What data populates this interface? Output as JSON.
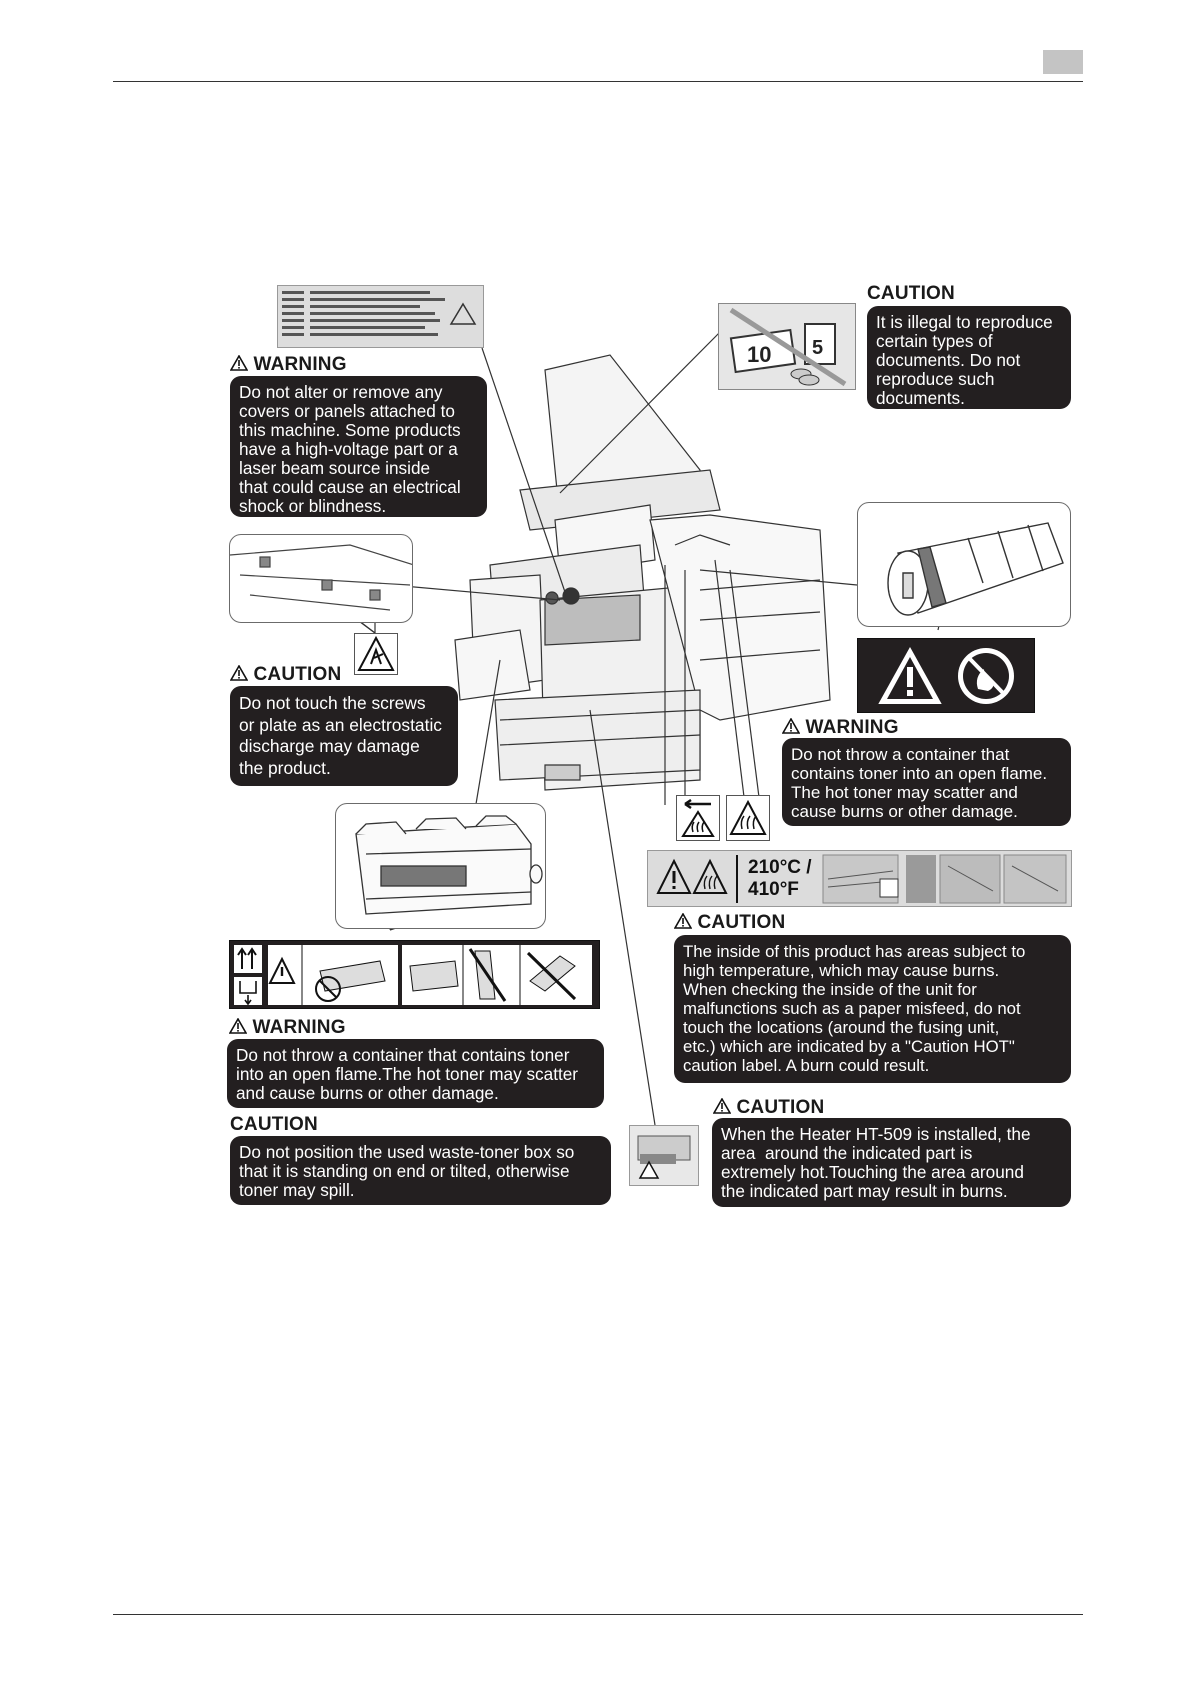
{
  "labels": {
    "warning_cover": "WARNING",
    "caution_documents": "CAUTION",
    "caution_static": "CAUTION",
    "warning_toner_right": "WARNING",
    "caution_hot": "CAUTION",
    "warning_toner_left": "WARNING",
    "caution_waste_box": "CAUTION",
    "caution_heater": "CAUTION"
  },
  "messages": {
    "cover": [
      "Do not alter or remove any",
      "covers or panels attached to",
      "this machine. Some products",
      "have a high-voltage part or a",
      "laser beam source inside",
      "that could cause an electrical",
      "shock or blindness."
    ],
    "documents": [
      "It is illegal to reproduce",
      "certain types of",
      "documents. Do not",
      "reproduce such",
      "documents."
    ],
    "static": [
      "Do not touch the screws",
      "or plate as an electrostatic",
      "discharge may damage",
      "the product."
    ],
    "toner_right": [
      "Do not throw a container that",
      "contains toner into an open flame.",
      "The hot toner may scatter and",
      "cause burns or other damage."
    ],
    "hot": [
      "The inside of this product has areas subject to",
      "high temperature, which may cause burns.",
      "When checking the inside of the unit for",
      "malfunctions such as a paper misfeed, do not",
      "touch the locations (around the fusing unit,",
      "etc.) which are indicated by a \"Caution HOT\"",
      "caution label. A burn could result."
    ],
    "toner_left": [
      "Do not throw a container that contains toner",
      "into an open flame.The hot toner may scatter",
      "and cause burns or other damage."
    ],
    "waste_box": [
      "Do not position the used waste-toner box so",
      "that it is standing on end or tilted, otherwise",
      "toner may spill."
    ],
    "heater": [
      "When the Heater HT-509 is installed, the",
      "area  around the indicated part is",
      "extremely hot.Touching the area around",
      "the indicated part may result in burns."
    ]
  },
  "temperature": {
    "celsius": "210°C /",
    "fahrenheit": "410°F"
  },
  "banknote": {
    "note_value": "10",
    "stamp_value": "5"
  },
  "icons": [
    "warning-triangle-icon",
    "no-fire-icon",
    "hot-surface-icon",
    "electrostatic-icon",
    "no-copy-icon",
    "this-side-up-icon"
  ],
  "colors": {
    "box_bg": "#231f20",
    "box_text": "#ffffff",
    "rule": "#333333",
    "page_tab": "#c4c4c4"
  }
}
